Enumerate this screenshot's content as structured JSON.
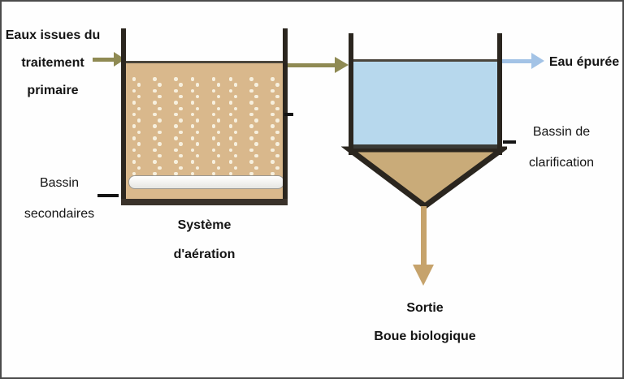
{
  "labels": {
    "influent": {
      "l1": "Eaux issues du",
      "l2": "traitement",
      "l3": "primaire"
    },
    "secondary_basin": {
      "l1": "Bassin",
      "l2": "secondaires"
    },
    "aeration_system": {
      "l1": "Système",
      "l2": "d'aération"
    },
    "effluent": "Eau épurée",
    "clarification_basin": {
      "l1": "Bassin de",
      "l2": "clarification"
    },
    "sludge_outlet": {
      "l1": "Sortie",
      "l2": "Boue biologique"
    }
  },
  "colors": {
    "wall": "#2b261f",
    "wallbrown": "#3a322a",
    "tan": "#d9b88c",
    "sludge": "#c9ab79",
    "water": "#b7d8ed",
    "olive": "#8f8a53",
    "bluearrow": "#a3c3e6",
    "tanarrow": "#c6a36c",
    "bubble": "#f7f0de",
    "ink": "#141414"
  }
}
